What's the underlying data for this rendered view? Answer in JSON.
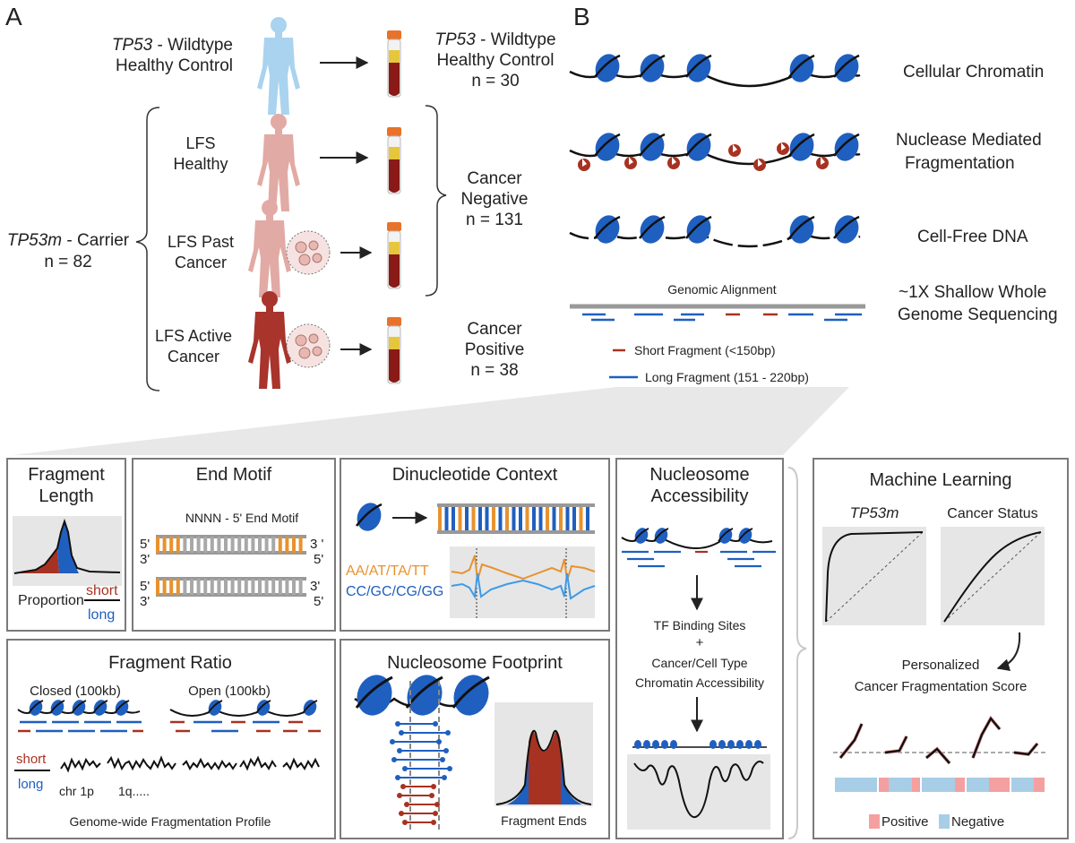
{
  "panel_a": {
    "letter": "A",
    "control_gene": "TP53",
    "control_label_1": " - Wildtype",
    "control_label_2": "Healthy Control",
    "control_right_gene": "TP53",
    "control_right_1": " - Wildtype",
    "control_right_2": "Healthy Control",
    "control_n": "n = 30",
    "carrier_gene": "TP53m",
    "carrier_label": " - Carrier",
    "carrier_n": "n = 82",
    "lfs_healthy_1": "LFS",
    "lfs_healthy_2": "Healthy",
    "lfs_past_1": "LFS Past",
    "lfs_past_2": "Cancer",
    "lfs_active_1": "LFS Active",
    "lfs_active_2": "Cancer",
    "negative_1": "Cancer",
    "negative_2": "Negative",
    "negative_n": "n = 131",
    "positive_1": "Cancer",
    "positive_2": "Positive",
    "positive_n": "n = 38"
  },
  "panel_b": {
    "letter": "B",
    "row1": "Cellular Chromatin",
    "row2_1": "Nuclease  Mediated",
    "row2_2": "Fragmentation",
    "row3": "Cell-Free DNA",
    "alignment": "Genomic Alignment",
    "seq_1": "~1X Shallow Whole",
    "seq_2": "Genome Sequencing",
    "short_legend": "Short Fragment (<150bp)",
    "long_legend": "Long Fragment (151 - 220bp)"
  },
  "fragment_length": {
    "title_1": "Fragment",
    "title_2": "Length",
    "proportion": "Proportion",
    "short": "short",
    "long": "long"
  },
  "end_motif": {
    "title": "End Motif",
    "subtitle": "NNNN - 5' End Motif",
    "five_prime": "5'",
    "three_prime": "3'",
    "three_prime_spaced": "3 '"
  },
  "dinucleotide": {
    "title": "Dinucleotide Context",
    "aa_label": "AA/AT/TA/TT",
    "cc_label": "CC/GC/CG/GG"
  },
  "nucleosome_accessibility": {
    "title_1": "Nucleosome",
    "title_2": "Accessibility",
    "tf": "TF Binding Sites",
    "plus": "+",
    "cancer_1": "Cancer/Cell Type",
    "cancer_2": "Chromatin Accessibility"
  },
  "fragment_ratio": {
    "title": "Fragment Ratio",
    "closed": "Closed (100kb)",
    "open": "Open (100kb)",
    "short": "short",
    "long": "long",
    "chr1p": "chr 1p",
    "chr1q": "1q.....",
    "profile": "Genome-wide Fragmentation Profile"
  },
  "nucleosome_footprint": {
    "title": "Nucleosome  Footprint",
    "ends": "Fragment Ends"
  },
  "machine_learning": {
    "title": "Machine Learning",
    "roc1": "TP53m",
    "roc2": "Cancer Status",
    "score_1": "Personalized",
    "score_2": "Cancer Fragmentation Score",
    "positive": "Positive",
    "negative": "Negative"
  },
  "colors": {
    "blue": "#1f5fbf",
    "red": "#a83221",
    "orange": "#e8922e",
    "light_blue": "#3d9be9",
    "pink": "#f4a0a0",
    "panel_gray": "#e6e6e6",
    "human_control": "#a9d3ef",
    "human_lfs": "#e2aaa4",
    "human_active": "#a8342c"
  },
  "icons": [
    "human-figure-icon",
    "blood-tube-icon",
    "nucleosome-icon",
    "nuclease-icon",
    "arrow-icon",
    "roc-curve-icon",
    "cell-magnifier-icon"
  ]
}
